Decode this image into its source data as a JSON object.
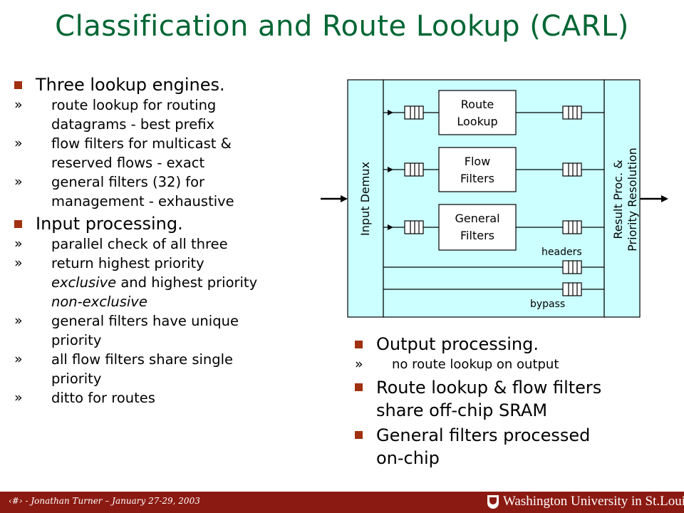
{
  "title": "Classification and Route Lookup (CARL)",
  "left_column": {
    "sections": [
      {
        "heading": "Three lookup engines.",
        "items": [
          {
            "line1": "route lookup for routing",
            "line2": "datagrams - best prefix"
          },
          {
            "line1": "flow filters for multicast &",
            "line2": "reserved flows - exact"
          },
          {
            "line1": "general filters (32) for",
            "line2": "management - exhaustive"
          }
        ]
      },
      {
        "heading": "Input processing.",
        "items": [
          {
            "line1": "parallel check of all three"
          },
          {
            "line1": "return highest priority",
            "line2_italic": "exclusive",
            "line2_rest": " and highest priority",
            "line3_italic": "non-exclusive"
          },
          {
            "line1": "general filters have unique",
            "line2": "priority"
          },
          {
            "line1": "all flow filters share single",
            "line2": "priority"
          },
          {
            "line1": "ditto for routes"
          }
        ]
      }
    ]
  },
  "diagram": {
    "input_label": "Input Demux",
    "output_label_line1": "Result Proc. &",
    "output_label_line2": "Priority Resolution",
    "engines": [
      {
        "line1": "Route",
        "line2": "Lookup"
      },
      {
        "line1": "Flow",
        "line2": "Filters"
      },
      {
        "line1": "General",
        "line2": "Filters"
      }
    ],
    "headers_label": "headers",
    "bypass_label": "bypass",
    "colors": {
      "fill": "#ccffff",
      "stroke": "#000000"
    }
  },
  "right_column": {
    "bullets": [
      {
        "line1": "Output processing.",
        "sub": "no route lookup on output"
      },
      {
        "line1": "Route lookup & flow filters",
        "line2": "share off-chip SRAM"
      },
      {
        "line1": "General filters processed",
        "line2": "on-chip"
      }
    ]
  },
  "footer": {
    "text": "‹#› - Jonathan Turner – January 27-29, 2003",
    "logo_text": "Washington University in St.Louis"
  },
  "colors": {
    "title": "#006633",
    "bullet": "#a0300f",
    "footer_bar": "#8b1a12"
  }
}
